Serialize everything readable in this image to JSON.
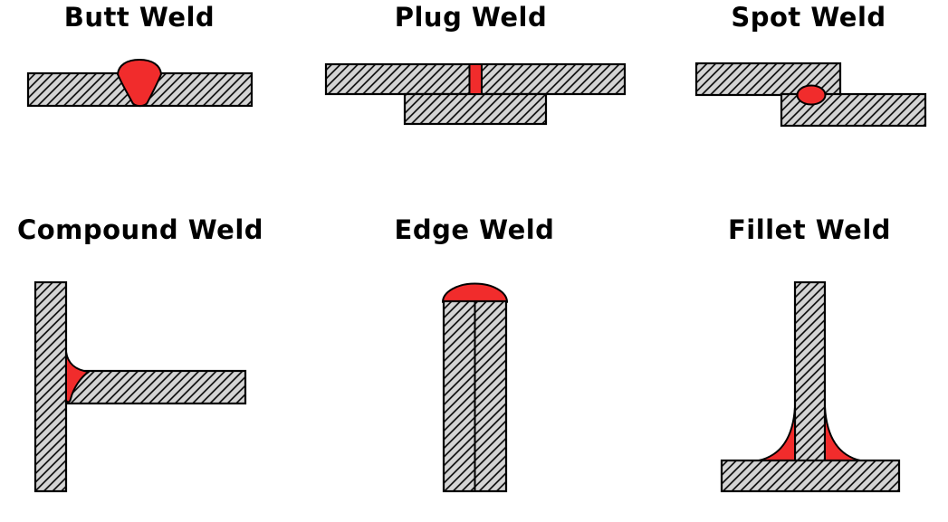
{
  "colors": {
    "background": "#ffffff",
    "steel": "#d4d4d4",
    "weld": "#f12c2c",
    "outline": "#000000",
    "title_text": "#000000"
  },
  "panels": [
    {
      "id": "butt-weld",
      "title": "Butt Weld"
    },
    {
      "id": "plug-weld",
      "title": "Plug Weld"
    },
    {
      "id": "spot-weld",
      "title": "Spot Weld"
    },
    {
      "id": "compound-weld",
      "title": "Compound Weld"
    },
    {
      "id": "edge-weld",
      "title": "Edge Weld"
    },
    {
      "id": "fillet-weld",
      "title": "Fillet Weld"
    }
  ]
}
